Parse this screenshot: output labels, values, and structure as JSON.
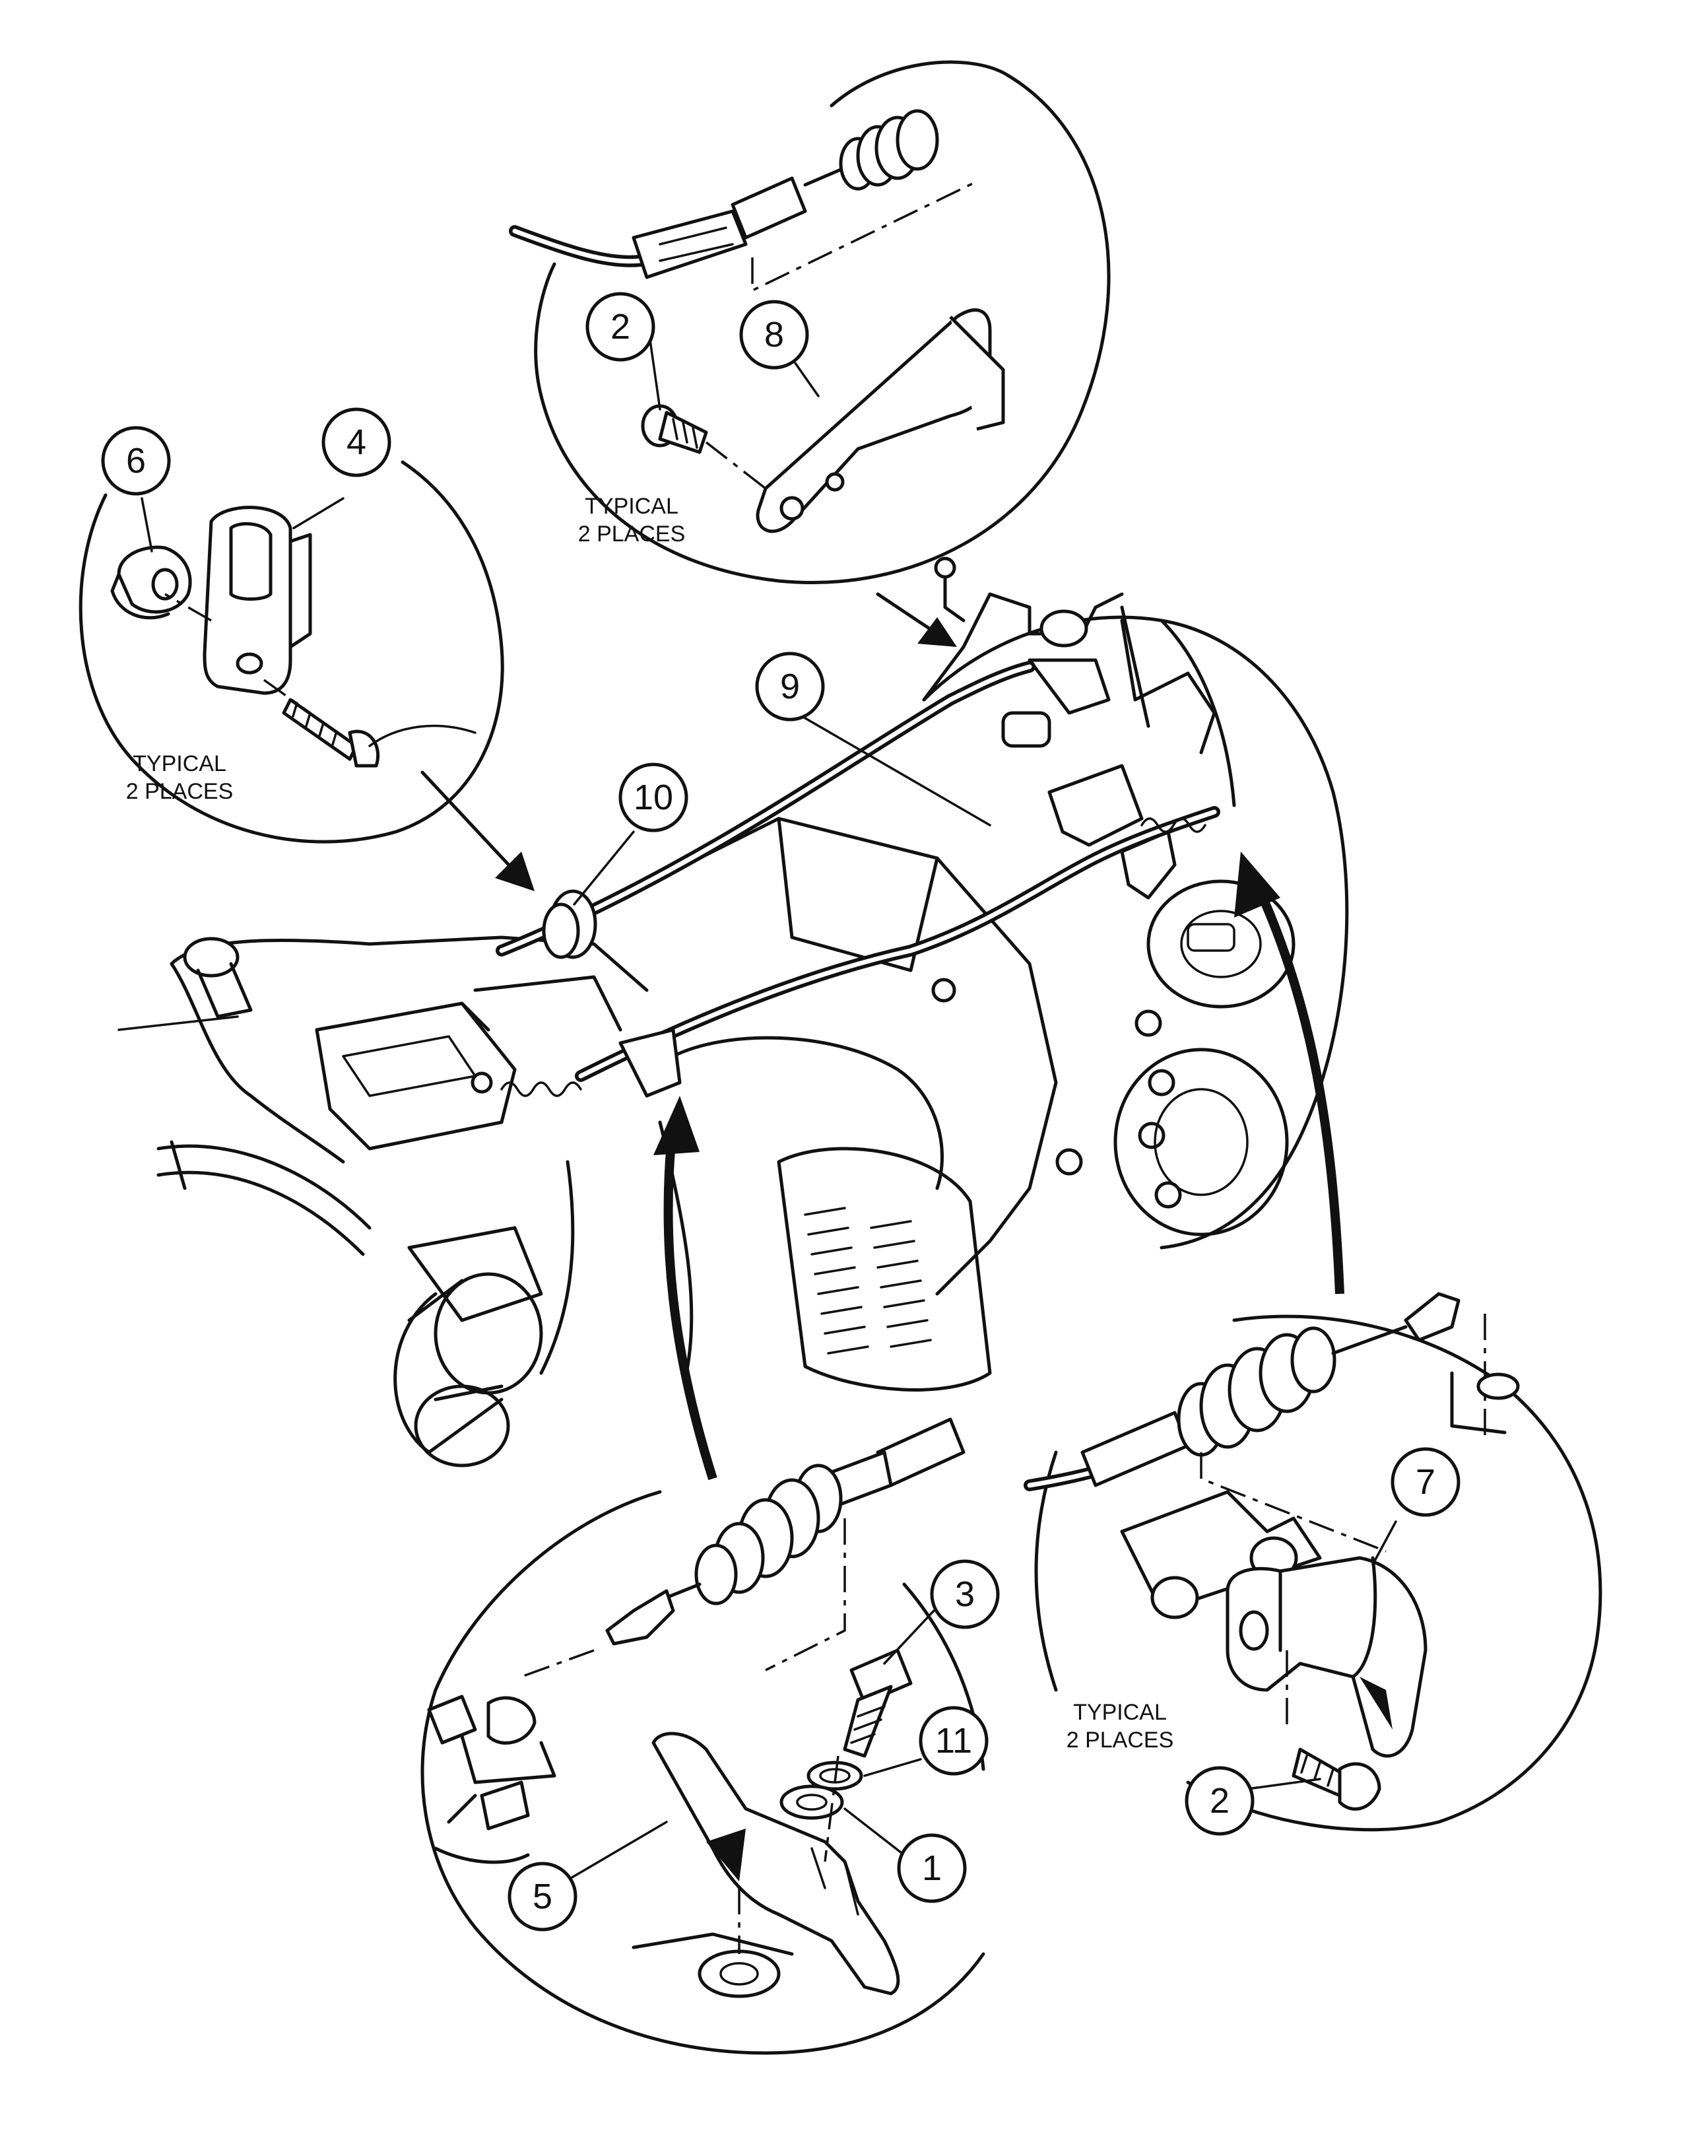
{
  "callouts": {
    "c1": "1",
    "c2_top": "2",
    "c2_right": "2",
    "c3": "3",
    "c4": "4",
    "c5": "5",
    "c6": "6",
    "c7": "7",
    "c8": "8",
    "c9": "9",
    "c10": "10",
    "c11": "11"
  },
  "notes": {
    "left_line1": "TYPICAL",
    "left_line2": "2 PLACES",
    "top_line1": "TYPICAL",
    "top_line2": "2 PLACES",
    "right_line1": "TYPICAL",
    "right_line2": "2 PLACES"
  }
}
